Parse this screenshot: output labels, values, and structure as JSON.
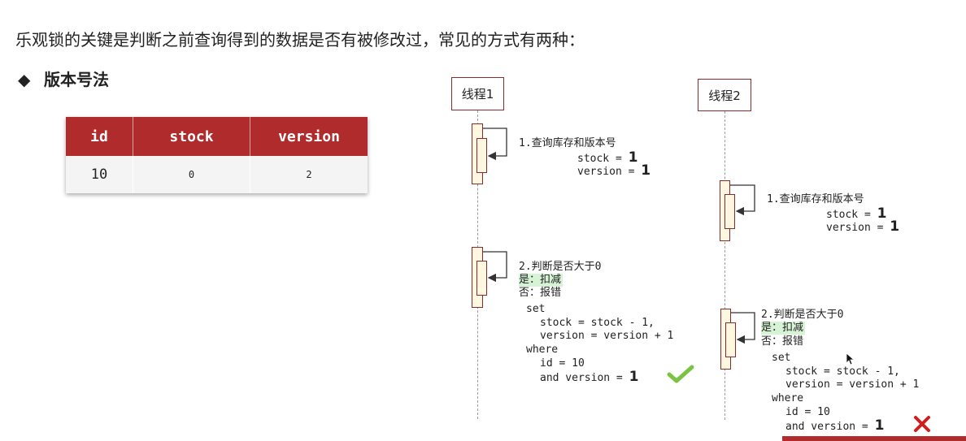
{
  "slide": {
    "heading": "乐观锁的关键是判断之前查询得到的数据是否有被修改过，常见的方式有两种：",
    "bullet_symbol": "◆",
    "bullet_label": "版本号法"
  },
  "table": {
    "headers": [
      "id",
      "stock",
      "version"
    ],
    "row": [
      "10",
      "0",
      "2"
    ]
  },
  "diagram": {
    "thread1": {
      "label": "线程1",
      "query_title": "1.查询库存和版本号",
      "query_stock_label": "stock = ",
      "query_stock_value": "1",
      "query_version_label": "version = ",
      "query_version_value": "1",
      "judge_title": "2.判断是否大于0",
      "judge_yes": "是：扣减",
      "judge_no": "否：报错",
      "sql_set": "set",
      "sql_stock": "stock = stock - 1,",
      "sql_version": "version = version + 1",
      "sql_where": "where",
      "sql_id": "id = 10",
      "sql_and": "and version = ",
      "sql_and_value": "1",
      "result_icon": "check-icon"
    },
    "thread2": {
      "label": "线程2",
      "query_title": "1.查询库存和版本号",
      "query_stock_label": "stock = ",
      "query_stock_value": "1",
      "query_version_label": "version = ",
      "query_version_value": "1",
      "judge_title": "2.判断是否大于0",
      "judge_yes": "是：扣减",
      "judge_no": "否：报错",
      "sql_set": "set",
      "sql_stock": "stock = stock - 1,",
      "sql_version": "version = version + 1",
      "sql_where": "where",
      "sql_id": "id = 10",
      "sql_and": "and version = ",
      "sql_and_value": "1",
      "result_icon": "cross-icon"
    },
    "colors": {
      "accent": "#b02b2b",
      "success": "#7cc243",
      "fail": "#d01e1e"
    }
  }
}
